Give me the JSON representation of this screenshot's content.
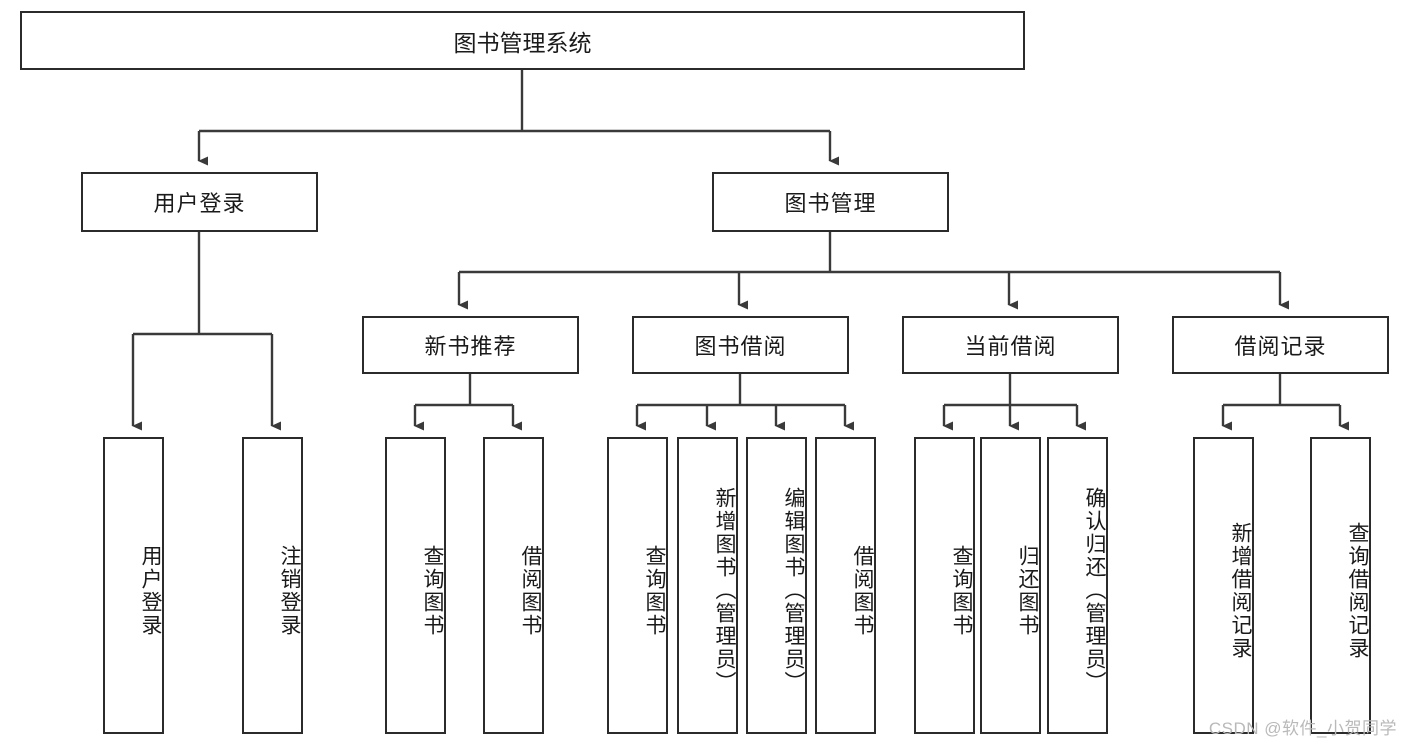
{
  "diagram": {
    "type": "tree",
    "title": "图书管理系统",
    "watermark": "CSDN @软件_小贺同学",
    "colors": {
      "box_border": "#2b2b2b",
      "box_fill": "#ffffff",
      "edge": "#3a3a3a",
      "text": "#1a1a1a",
      "watermark": "#b9b9b9",
      "background": "#ffffff"
    },
    "root": {
      "label": "图书管理系统"
    },
    "level2": [
      {
        "id": "user-login",
        "label": "用户登录"
      },
      {
        "id": "book-manage",
        "label": "图书管理"
      }
    ],
    "level3": [
      {
        "id": "new-book-recommend",
        "label": "新书推荐",
        "parent": "book-manage"
      },
      {
        "id": "book-borrow",
        "label": "图书借阅",
        "parent": "book-manage"
      },
      {
        "id": "current-borrow",
        "label": "当前借阅",
        "parent": "book-manage"
      },
      {
        "id": "borrow-record",
        "label": "借阅记录",
        "parent": "book-manage"
      }
    ],
    "leaves": [
      {
        "id": "leaf-user-login",
        "label": "用户登录",
        "parent": "user-login"
      },
      {
        "id": "leaf-user-logout",
        "label": "注销登录",
        "parent": "user-login"
      },
      {
        "id": "leaf-nb-query",
        "label": "查询图书",
        "parent": "new-book-recommend"
      },
      {
        "id": "leaf-nb-borrow",
        "label": "借阅图书",
        "parent": "new-book-recommend"
      },
      {
        "id": "leaf-bb-query",
        "label": "查询图书",
        "parent": "book-borrow"
      },
      {
        "id": "leaf-bb-add",
        "label": "新增图书（管理员）",
        "parent": "book-borrow"
      },
      {
        "id": "leaf-bb-edit",
        "label": "编辑图书（管理员）",
        "parent": "book-borrow"
      },
      {
        "id": "leaf-bb-borrow",
        "label": "借阅图书",
        "parent": "book-borrow"
      },
      {
        "id": "leaf-cb-query",
        "label": "查询图书",
        "parent": "current-borrow"
      },
      {
        "id": "leaf-cb-return",
        "label": "归还图书",
        "parent": "current-borrow"
      },
      {
        "id": "leaf-cb-confirm",
        "label": "确认归还（管理员）",
        "parent": "current-borrow"
      },
      {
        "id": "leaf-br-add",
        "label": "新增借阅记录",
        "parent": "borrow-record"
      },
      {
        "id": "leaf-br-query",
        "label": "查询借阅记录",
        "parent": "borrow-record"
      }
    ]
  }
}
